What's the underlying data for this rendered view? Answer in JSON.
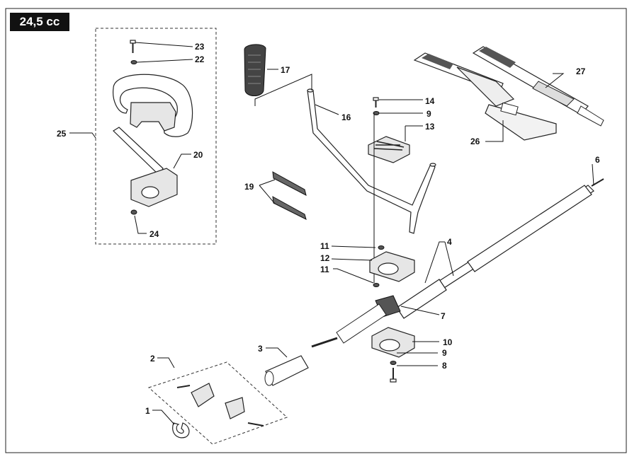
{
  "header": {
    "engine_badge": "24,5 cc"
  },
  "callouts": [
    {
      "id": "c23",
      "label": "23"
    },
    {
      "id": "c22",
      "label": "22"
    },
    {
      "id": "c17",
      "label": "17"
    },
    {
      "id": "c16",
      "label": "16"
    },
    {
      "id": "c14",
      "label": "14"
    },
    {
      "id": "c9a",
      "label": "9"
    },
    {
      "id": "c13",
      "label": "13"
    },
    {
      "id": "c27",
      "label": "27"
    },
    {
      "id": "c26",
      "label": "26"
    },
    {
      "id": "c25",
      "label": "25"
    },
    {
      "id": "c20",
      "label": "20"
    },
    {
      "id": "c19",
      "label": "19"
    },
    {
      "id": "c24",
      "label": "24"
    },
    {
      "id": "c6",
      "label": "6"
    },
    {
      "id": "c11a",
      "label": "11"
    },
    {
      "id": "c12",
      "label": "12"
    },
    {
      "id": "c11b",
      "label": "11"
    },
    {
      "id": "c4",
      "label": "4"
    },
    {
      "id": "c7",
      "label": "7"
    },
    {
      "id": "c10",
      "label": "10"
    },
    {
      "id": "c9b",
      "label": "9"
    },
    {
      "id": "c8",
      "label": "8"
    },
    {
      "id": "c3",
      "label": "3"
    },
    {
      "id": "c2",
      "label": "2"
    },
    {
      "id": "c1",
      "label": "1"
    }
  ]
}
